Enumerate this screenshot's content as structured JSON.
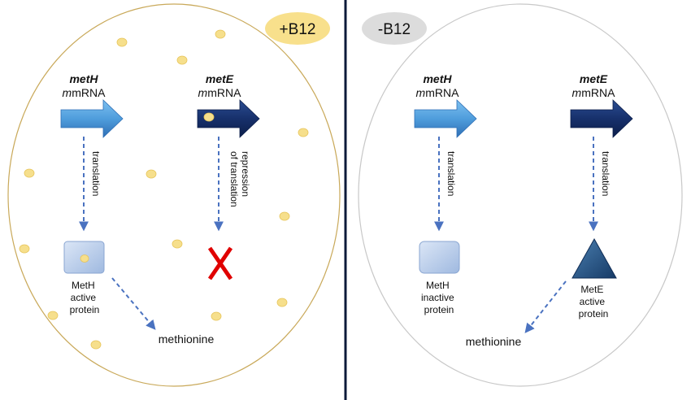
{
  "colors": {
    "cell_left_border": "#c9a95a",
    "cell_right_border": "#c8c8c8",
    "divider": "#0b1a3a",
    "b12_dot": "#f6df8c",
    "b12_dot_stroke": "#e7c459",
    "metH_arrow": "#4f9ddc",
    "metE_arrow": "#17306b",
    "dashed_arrow": "#4a72c0",
    "protein_box": "#b9cdea",
    "metE_protein": "#1f4a7a",
    "repression_x": "#e00000",
    "plus_badge": "#f8e08c",
    "minus_badge": "#dcdcdc"
  },
  "icons": {
    "repression": "red-x-icon",
    "b12": "b12-dot-icon"
  },
  "left_panel": {
    "badge": "+B12",
    "metH": {
      "name": "metH",
      "suffix": "mRNA"
    },
    "metE": {
      "name": "metE",
      "suffix": "mRNA"
    },
    "metH_step": "translation",
    "metE_step": [
      "repression",
      "of translation"
    ],
    "protein": [
      "MetH",
      "active",
      "protein"
    ],
    "product": "methionine"
  },
  "right_panel": {
    "badge": "-B12",
    "metH": {
      "name": "metH",
      "suffix": "mRNA"
    },
    "metE": {
      "name": "metE",
      "suffix": "mRNA"
    },
    "metH_step": "translation",
    "metE_step": "translation",
    "metH_protein": [
      "MetH",
      "inactive",
      "protein"
    ],
    "metE_protein": [
      "MetE",
      "active",
      "protein"
    ],
    "product": "methionine"
  }
}
